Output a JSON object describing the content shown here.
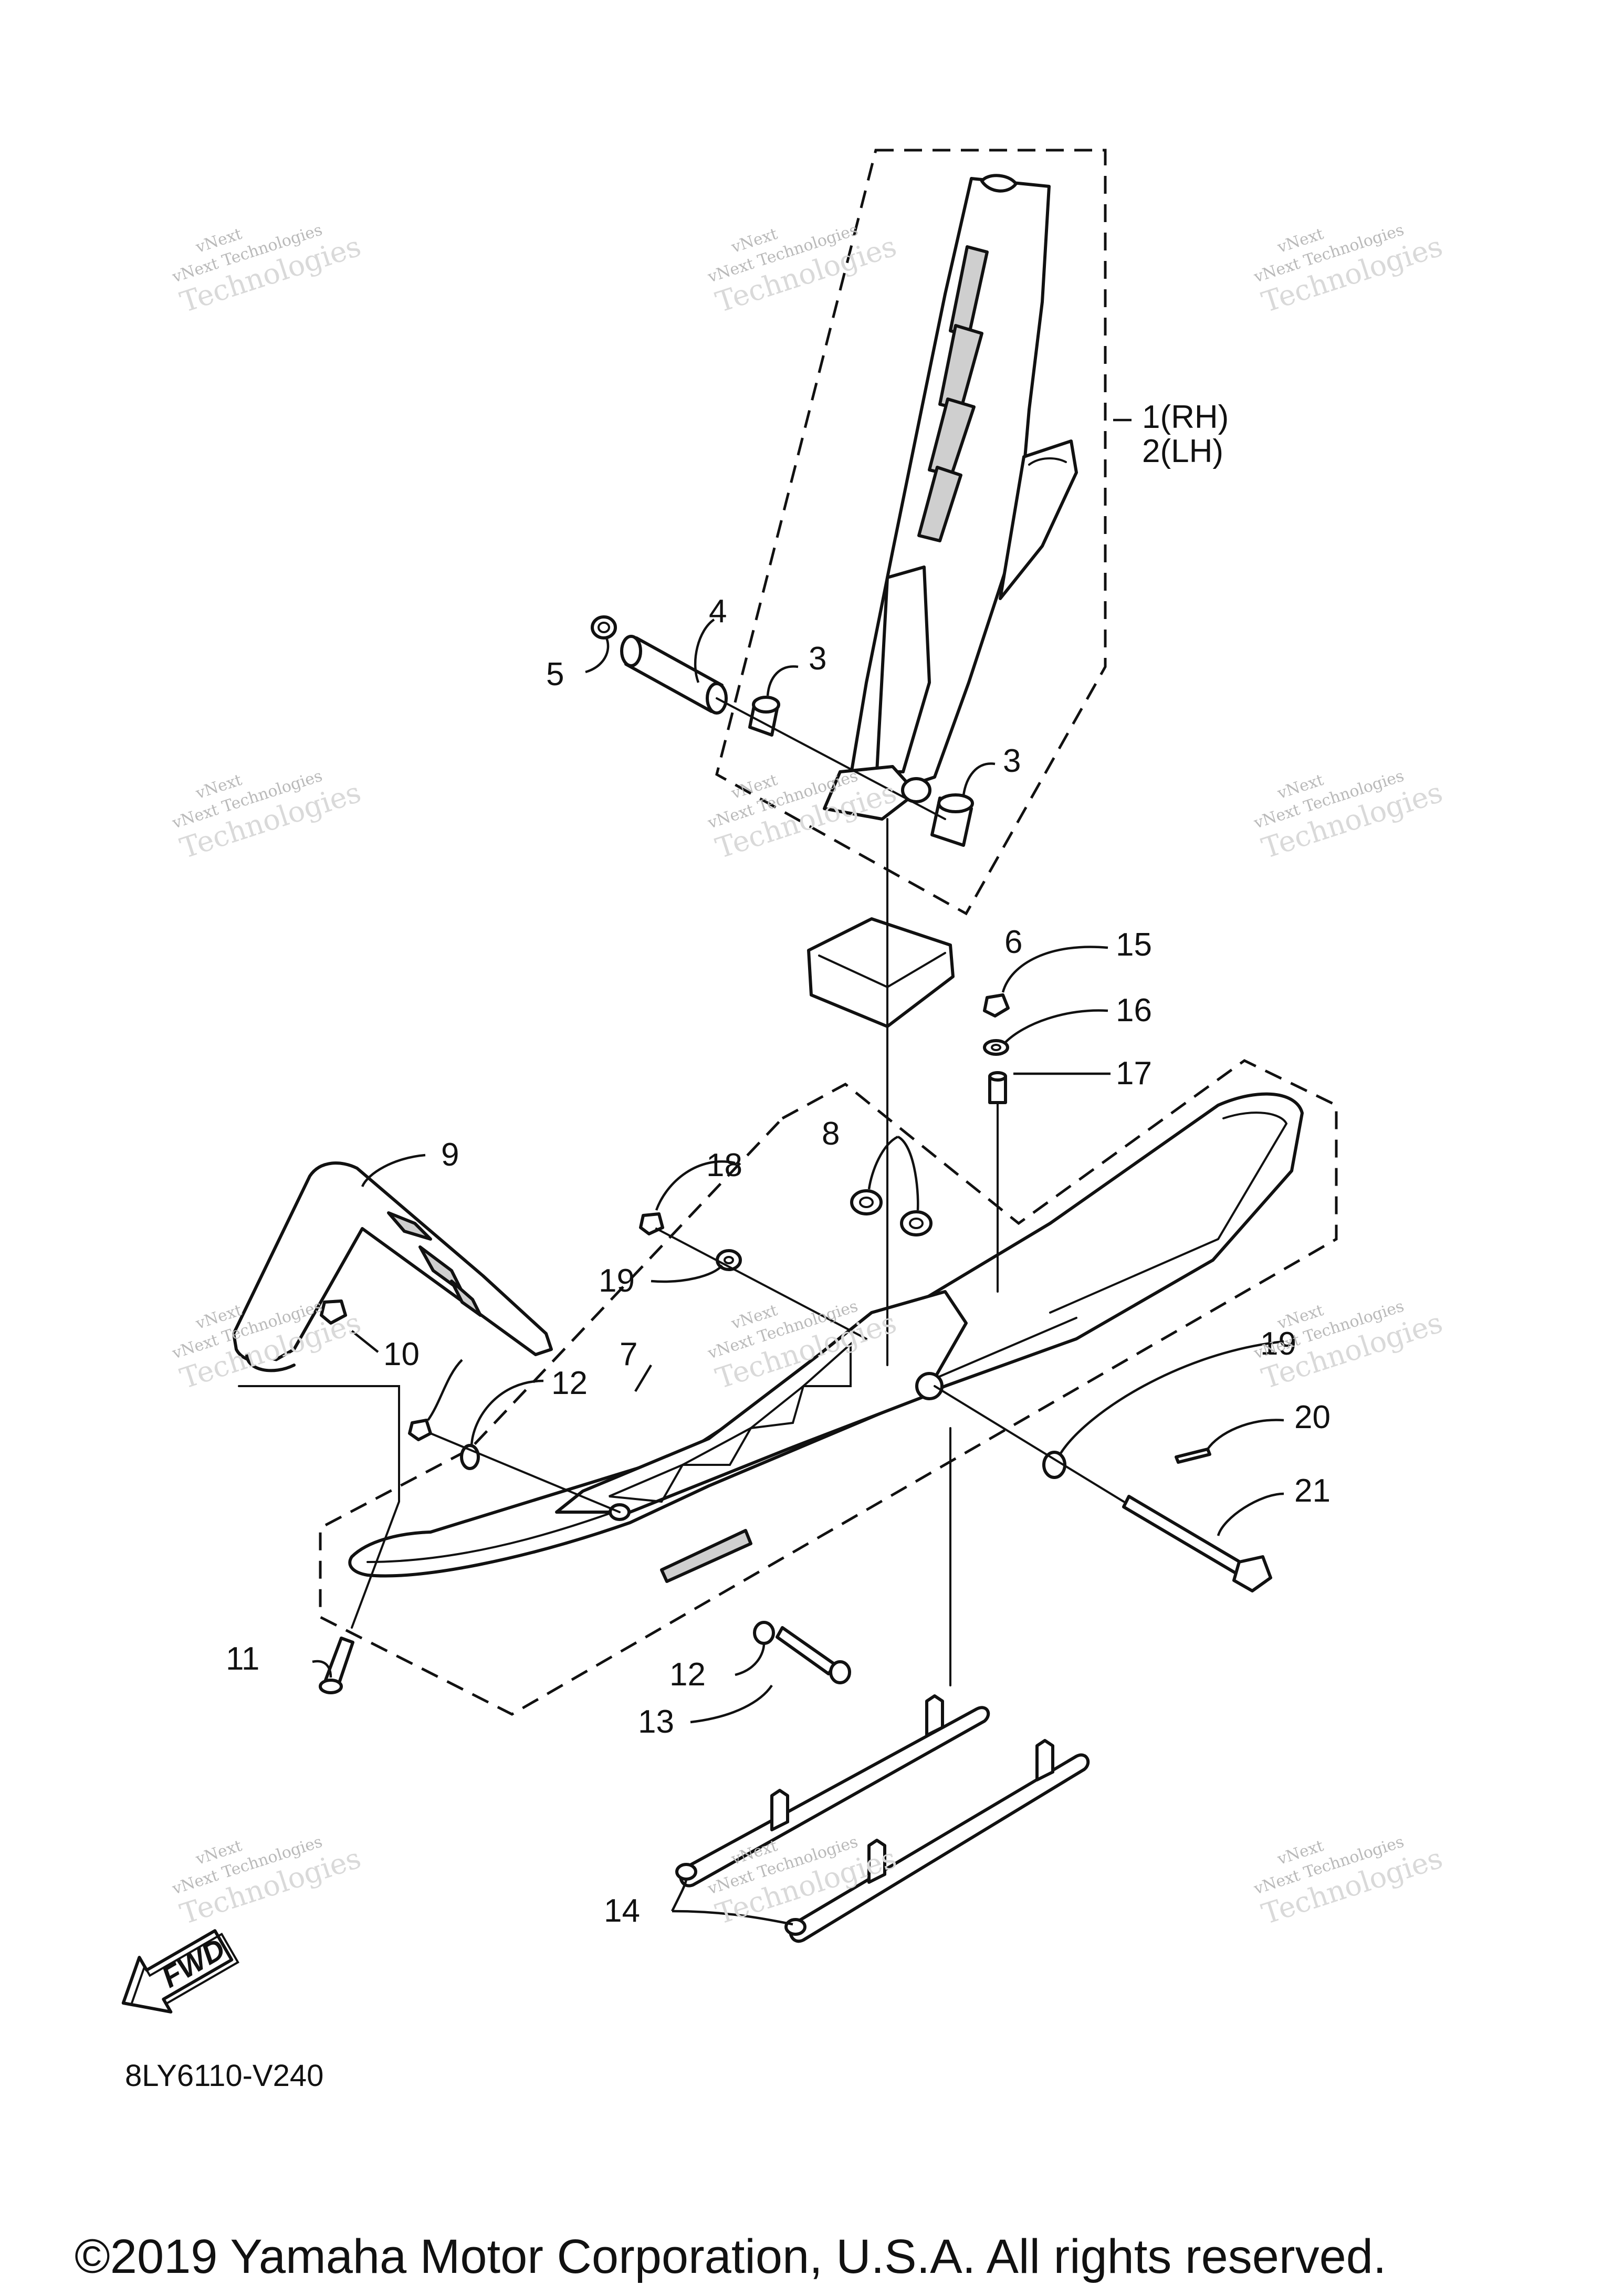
{
  "callouts": [
    {
      "id": "c1",
      "text": "1(RH)"
    },
    {
      "id": "c2",
      "text": "2(LH)"
    },
    {
      "id": "c3a",
      "text": "3"
    },
    {
      "id": "c3b",
      "text": "3"
    },
    {
      "id": "c4",
      "text": "4"
    },
    {
      "id": "c5",
      "text": "5"
    },
    {
      "id": "c6",
      "text": "6"
    },
    {
      "id": "c7",
      "text": "7"
    },
    {
      "id": "c8",
      "text": "8"
    },
    {
      "id": "c9",
      "text": "9"
    },
    {
      "id": "c10",
      "text": "10"
    },
    {
      "id": "c11",
      "text": "11"
    },
    {
      "id": "c12a",
      "text": "12"
    },
    {
      "id": "c12b",
      "text": "12"
    },
    {
      "id": "c13",
      "text": "13"
    },
    {
      "id": "c14",
      "text": "14"
    },
    {
      "id": "c15",
      "text": "15"
    },
    {
      "id": "c16",
      "text": "16"
    },
    {
      "id": "c17",
      "text": "17"
    },
    {
      "id": "c18",
      "text": "18"
    },
    {
      "id": "c19a",
      "text": "19"
    },
    {
      "id": "c19b",
      "text": "19"
    },
    {
      "id": "c20",
      "text": "20"
    },
    {
      "id": "c21",
      "text": "21"
    }
  ],
  "fwd_label": "FWD",
  "diagram_code": "8LY6110-V240",
  "watermark": {
    "line1": "vNext",
    "line2": "vNext Technologies",
    "line3": "Technologies"
  },
  "copyright": "©2019 Yamaha Motor Corporation, U.S.A. All rights reserved."
}
